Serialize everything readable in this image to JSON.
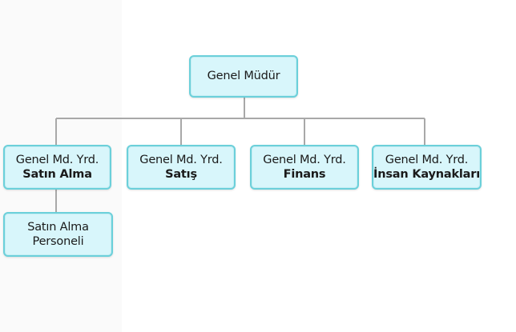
{
  "org_chart": {
    "root": {
      "label": "Genel Müdür"
    },
    "departments": [
      {
        "title": "Genel Md. Yrd.",
        "unit": "Satın Alma"
      },
      {
        "title": "Genel Md. Yrd.",
        "unit": "Satış"
      },
      {
        "title": "Genel Md. Yrd.",
        "unit": "Finans"
      },
      {
        "title": "Genel Md. Yrd.",
        "unit": "İnsan Kaynakları"
      }
    ],
    "sub_unit": {
      "line1": "Satın Alma",
      "line2": "Personeli"
    }
  },
  "colors": {
    "node_fill": "#d8f6fb",
    "node_border": "#6bd0da",
    "connector": "#a8a8a8"
  }
}
